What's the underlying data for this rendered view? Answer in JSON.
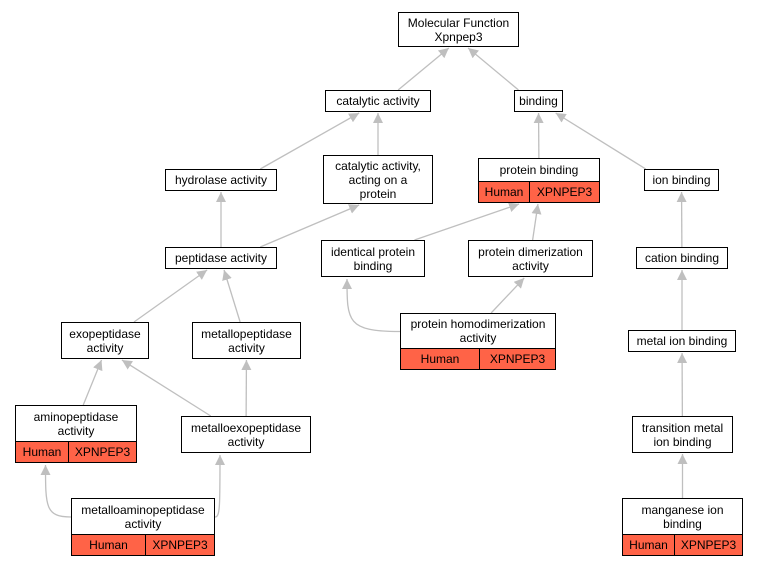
{
  "graph": {
    "colors": {
      "edge": "#bfbfbf",
      "annotation": "#ff6347",
      "border": "#000000"
    },
    "nodes": {
      "mf": {
        "label": "Molecular Function\nXpnpep3"
      },
      "catalytic": {
        "label": "catalytic activity"
      },
      "binding": {
        "label": "binding"
      },
      "hydrolase": {
        "label": "hydrolase activity"
      },
      "cat_protein": {
        "label": "catalytic activity,\nacting on a\nprotein"
      },
      "protein_binding": {
        "label": "protein binding",
        "species": "Human",
        "gene": "XPNPEP3"
      },
      "ion_binding": {
        "label": "ion binding"
      },
      "peptidase": {
        "label": "peptidase activity"
      },
      "identical": {
        "label": "identical protein\nbinding"
      },
      "dimer": {
        "label": "protein dimerization\nactivity"
      },
      "cation": {
        "label": "cation binding"
      },
      "exopeptidase": {
        "label": "exopeptidase\nactivity"
      },
      "metallopeptidase": {
        "label": "metallopeptidase\nactivity"
      },
      "homodimer": {
        "label": "protein homodimerization\nactivity",
        "species": "Human",
        "gene": "XPNPEP3"
      },
      "metal_ion": {
        "label": "metal ion binding"
      },
      "aminopeptidase": {
        "label": "aminopeptidase\nactivity",
        "species": "Human",
        "gene": "XPNPEP3"
      },
      "metalloexo": {
        "label": "metalloexopeptidase\nactivity"
      },
      "transition": {
        "label": "transition metal\nion binding"
      },
      "metalloamino": {
        "label": "metalloaminopeptidase\nactivity",
        "species": "Human",
        "gene": "XPNPEP3"
      },
      "manganese": {
        "label": "manganese ion\nbinding",
        "species": "Human",
        "gene": "XPNPEP3"
      }
    },
    "edges": [
      [
        "catalytic",
        "mf"
      ],
      [
        "binding",
        "mf"
      ],
      [
        "hydrolase",
        "catalytic"
      ],
      [
        "cat_protein",
        "catalytic"
      ],
      [
        "protein_binding",
        "binding"
      ],
      [
        "ion_binding",
        "binding"
      ],
      [
        "peptidase",
        "hydrolase"
      ],
      [
        "peptidase",
        "cat_protein"
      ],
      [
        "identical",
        "protein_binding"
      ],
      [
        "dimer",
        "protein_binding"
      ],
      [
        "cation",
        "ion_binding"
      ],
      [
        "exopeptidase",
        "peptidase"
      ],
      [
        "metallopeptidase",
        "peptidase"
      ],
      [
        "homodimer",
        "identical"
      ],
      [
        "homodimer",
        "dimer"
      ],
      [
        "metal_ion",
        "cation"
      ],
      [
        "aminopeptidase",
        "exopeptidase"
      ],
      [
        "metalloexo",
        "exopeptidase"
      ],
      [
        "metalloexo",
        "metallopeptidase"
      ],
      [
        "transition",
        "metal_ion"
      ],
      [
        "metalloamino",
        "aminopeptidase"
      ],
      [
        "metalloamino",
        "metalloexo"
      ],
      [
        "manganese",
        "transition"
      ]
    ]
  }
}
